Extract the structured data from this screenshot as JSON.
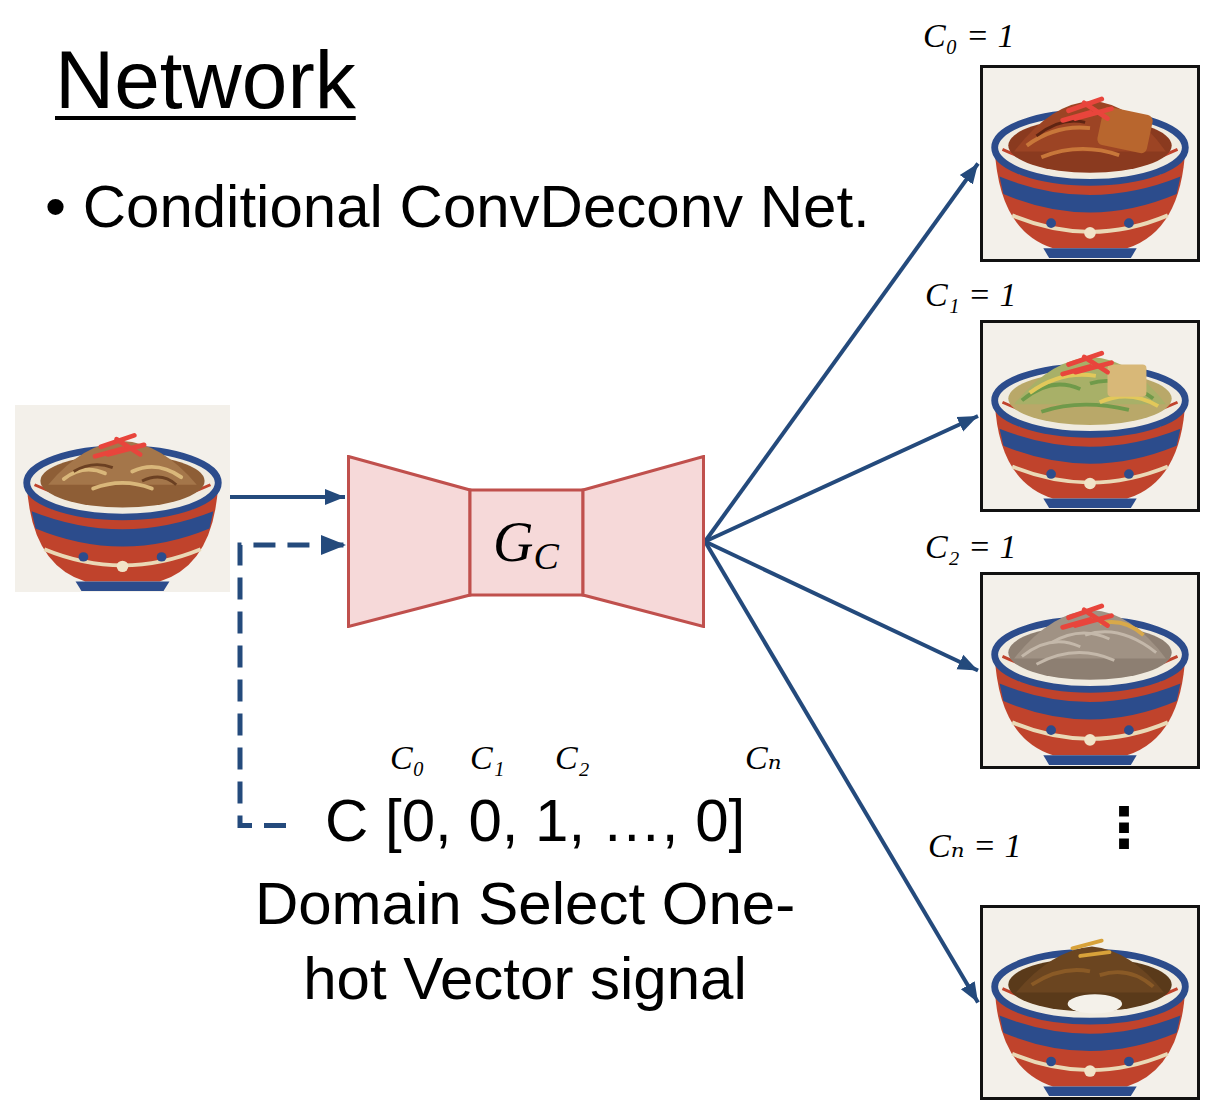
{
  "diagram": {
    "title": "Network",
    "nodes": [
      {
        "text": [
          "G",
          "C"
        ]
      },
      {
        "text": [
          "C₀",
          "C₁",
          "C₂",
          "Cₙ",
          "C [0, 0, 1, …, 0]",
          "Domain Select One-hot Vector signal"
        ]
      },
      {
        "text": [
          "C₀ = 1"
        ]
      },
      {
        "text": [
          "C₁ = 1"
        ]
      },
      {
        "text": [
          "C₂ = 1"
        ]
      },
      {
        "text": [
          "Cₙ = 1"
        ]
      }
    ],
    "edges": [
      {
        "from": 1,
        "to": 0,
        "arrow": "to"
      },
      {
        "from": 0,
        "to": 2,
        "arrow": "to"
      },
      {
        "from": 0,
        "to": 3,
        "arrow": "to"
      },
      {
        "from": 0,
        "to": 4,
        "arrow": "to"
      },
      {
        "from": 0,
        "to": 5,
        "arrow": "to"
      }
    ],
    "labels": [
      "• Conditional ConvDeconv Net.",
      "⋮"
    ]
  }
}
